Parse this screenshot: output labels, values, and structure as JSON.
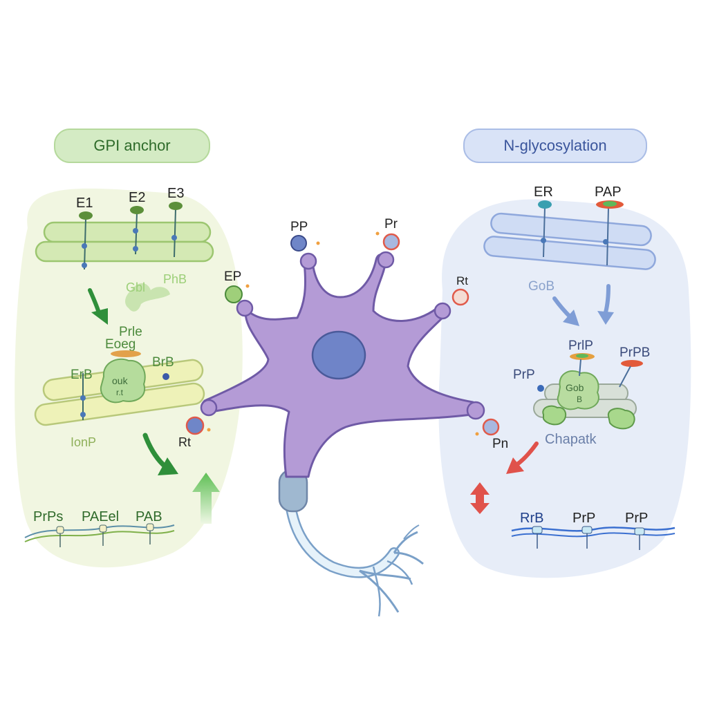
{
  "left_panel": {
    "title": "GPI anchor",
    "enzyme_labels": [
      "E1",
      "E2",
      "E3"
    ],
    "faint_labels": [
      "Gbl",
      "PhB"
    ],
    "middle_labels": [
      "Prle",
      "Eoeg"
    ],
    "er_labels": [
      "ErB",
      "BrB"
    ],
    "blob_label": [
      "ouk",
      "r.t"
    ],
    "lower_label": "IonP",
    "membrane_labels": [
      "PrPs",
      "PAEel",
      "PAB"
    ]
  },
  "right_panel": {
    "title": "N-glycosylation",
    "top_labels": [
      "ER",
      "PAP"
    ],
    "faint_label": "GoB",
    "protein_labels": [
      "PrlP",
      "PrPB",
      "PrP"
    ],
    "blob_label": [
      "Gob",
      "B"
    ],
    "chaperone_label": "Chapatk",
    "membrane_labels": [
      "RrB",
      "PrP",
      "PrP"
    ]
  },
  "neuron": {
    "tip_labels": [
      "PP",
      "Pr",
      "EP",
      "Rt",
      "Rt",
      "Pn"
    ]
  },
  "colors": {
    "green_panel": "#eef5dc",
    "blue_panel": "#e4ebf7",
    "neuron_body": "#b49bd6",
    "neuron_outline": "#6f5aa6",
    "nucleus": "#6f84c8",
    "axon": "#cfe4f3",
    "green_arrow": "#2f8f3a",
    "blue_arrow": "#7f9dd6",
    "red_arrow": "#e0524b"
  }
}
